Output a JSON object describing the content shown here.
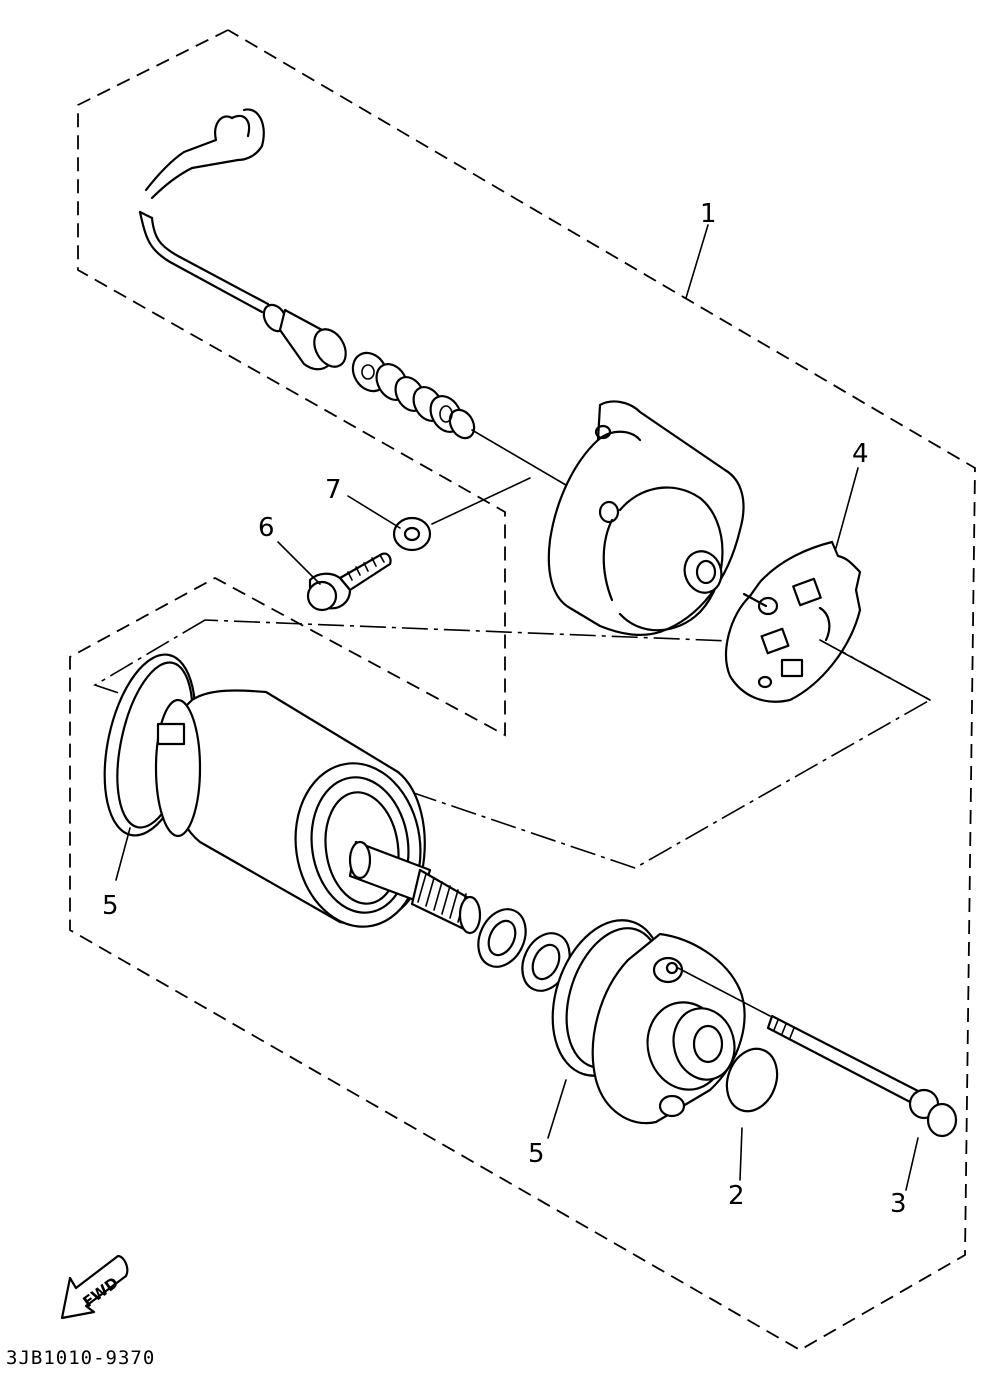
{
  "callouts": [
    {
      "id": "c1",
      "text": "1"
    },
    {
      "id": "c2",
      "text": "2"
    },
    {
      "id": "c3",
      "text": "3"
    },
    {
      "id": "c4",
      "text": "4"
    },
    {
      "id": "c5a",
      "text": "5"
    },
    {
      "id": "c5b",
      "text": "5"
    },
    {
      "id": "c6",
      "text": "6"
    },
    {
      "id": "c7",
      "text": "7"
    }
  ],
  "fwd_label": "FWD",
  "drawing_code": "3JB1010-9370"
}
